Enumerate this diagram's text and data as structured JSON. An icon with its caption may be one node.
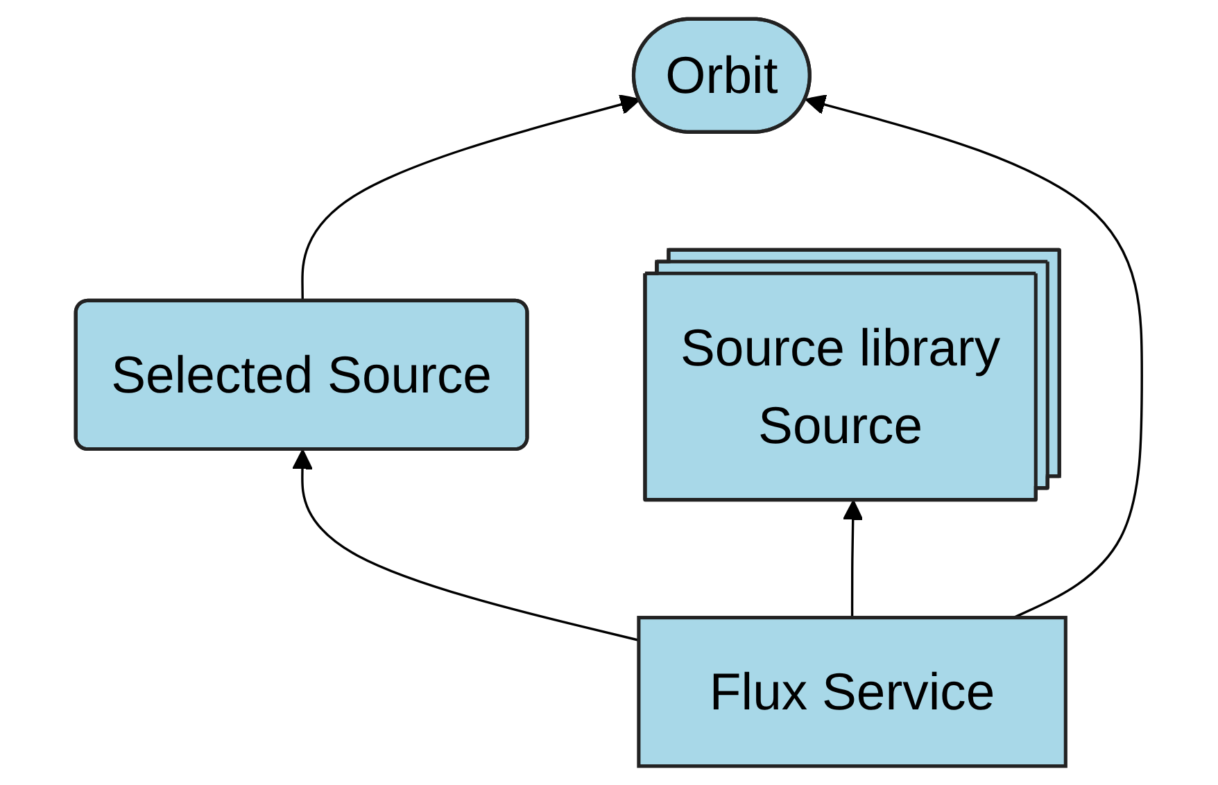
{
  "diagram": {
    "nodes": [
      {
        "text": [
          "Orbit"
        ]
      },
      {
        "text": [
          "Selected Source"
        ]
      },
      {
        "text": [
          "Source library",
          "Source"
        ]
      },
      {
        "text": [
          "Flux Service"
        ]
      }
    ],
    "edges": [
      {
        "from": 1,
        "to": 0,
        "arrow": "to"
      },
      {
        "from": 3,
        "to": 0,
        "arrow": "to"
      },
      {
        "from": 3,
        "to": 1,
        "arrow": "to"
      },
      {
        "from": 3,
        "to": 2,
        "arrow": "to"
      }
    ]
  }
}
